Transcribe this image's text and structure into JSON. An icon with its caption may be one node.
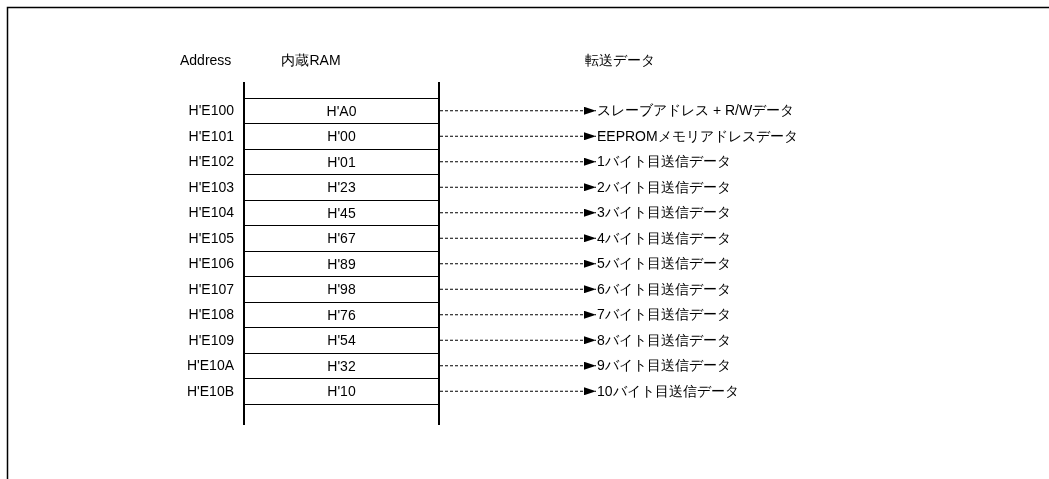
{
  "diagram": {
    "nodes": [
      {
        "text": [
          "H'A0"
        ],
        "beside": [
          "H'E100"
        ]
      },
      {
        "text": [
          "H'00"
        ],
        "beside": [
          "H'E101"
        ]
      },
      {
        "text": [
          "H'01"
        ],
        "beside": [
          "H'E102"
        ]
      },
      {
        "text": [
          "H'23"
        ],
        "beside": [
          "H'E103"
        ]
      },
      {
        "text": [
          "H'45"
        ],
        "beside": [
          "H'E104"
        ]
      },
      {
        "text": [
          "H'67"
        ],
        "beside": [
          "H'E105"
        ]
      },
      {
        "text": [
          "H'89"
        ],
        "beside": [
          "H'E106"
        ]
      },
      {
        "text": [
          "H'98"
        ],
        "beside": [
          "H'E107"
        ]
      },
      {
        "text": [
          "H'76"
        ],
        "beside": [
          "H'E108"
        ]
      },
      {
        "text": [
          "H'54"
        ],
        "beside": [
          "H'E109"
        ]
      },
      {
        "text": [
          "H'32"
        ],
        "beside": [
          "H'E10A"
        ]
      },
      {
        "text": [
          "H'10"
        ],
        "beside": [
          "H'E10B"
        ]
      },
      {
        "text": [
          "スレーブアドレス + R/Wデータ"
        ]
      },
      {
        "text": [
          "EEPROMメモリアドレスデータ"
        ]
      },
      {
        "text": [
          "1バイト目送信データ"
        ]
      },
      {
        "text": [
          "2バイト目送信データ"
        ]
      },
      {
        "text": [
          "3バイト目送信データ"
        ]
      },
      {
        "text": [
          "4バイト目送信データ"
        ]
      },
      {
        "text": [
          "5バイト目送信データ"
        ]
      },
      {
        "text": [
          "6バイト目送信データ"
        ]
      },
      {
        "text": [
          "7バイト目送信データ"
        ]
      },
      {
        "text": [
          "8バイト目送信データ"
        ]
      },
      {
        "text": [
          "9バイト目送信データ"
        ]
      },
      {
        "text": [
          "10バイト目送信データ"
        ]
      }
    ],
    "edges": [
      {
        "from": 0,
        "to": 12,
        "arrow": "to",
        "style": "dashed"
      },
      {
        "from": 1,
        "to": 13,
        "arrow": "to",
        "style": "dashed"
      },
      {
        "from": 2,
        "to": 14,
        "arrow": "to",
        "style": "dashed"
      },
      {
        "from": 3,
        "to": 15,
        "arrow": "to",
        "style": "dashed"
      },
      {
        "from": 4,
        "to": 16,
        "arrow": "to",
        "style": "dashed"
      },
      {
        "from": 5,
        "to": 17,
        "arrow": "to",
        "style": "dashed"
      },
      {
        "from": 6,
        "to": 18,
        "arrow": "to",
        "style": "dashed"
      },
      {
        "from": 7,
        "to": 19,
        "arrow": "to",
        "style": "dashed"
      },
      {
        "from": 8,
        "to": 20,
        "arrow": "to",
        "style": "dashed"
      },
      {
        "from": 9,
        "to": 21,
        "arrow": "to",
        "style": "dashed"
      },
      {
        "from": 10,
        "to": 22,
        "arrow": "to",
        "style": "dashed"
      },
      {
        "from": 11,
        "to": 23,
        "arrow": "to",
        "style": "dashed"
      }
    ],
    "labels": [
      "Address",
      "内蔵RAM",
      "転送データ"
    ]
  }
}
